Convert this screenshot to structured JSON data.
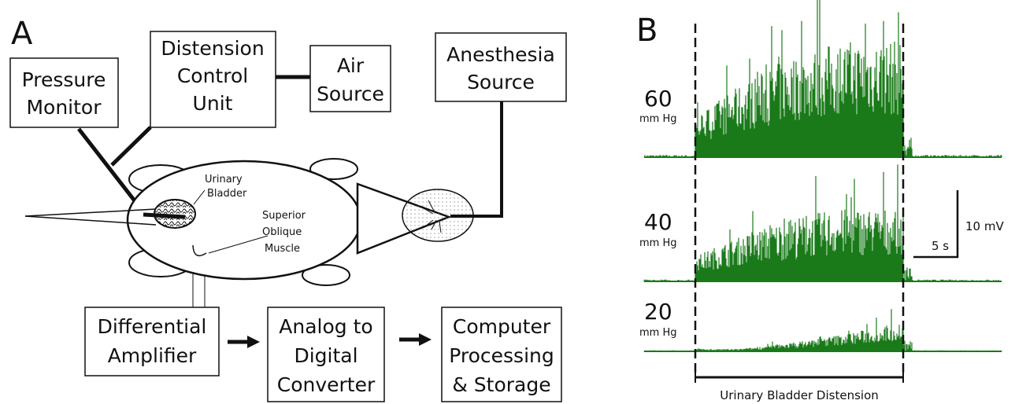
{
  "panel_a": {
    "letter": "A",
    "boxes": {
      "pressure_monitor": [
        "Pressure",
        "Monitor"
      ],
      "distension_control": [
        "Distension",
        "Control",
        "Unit"
      ],
      "air_source": [
        "Air",
        "Source"
      ],
      "anesthesia_source": [
        "Anesthesia",
        "Source"
      ],
      "differential_amplifier": [
        "Differential",
        "Amplifier"
      ],
      "adc": [
        "Analog to",
        "Digital",
        "Converter"
      ],
      "computer": [
        "Computer",
        "Processing",
        "& Storage"
      ]
    },
    "labels": {
      "urinary_bladder": [
        "Urinary",
        "Bladder"
      ],
      "superior_oblique": [
        "Superior",
        "Oblique",
        "Muscle"
      ]
    }
  },
  "panel_b": {
    "letter": "B",
    "traces": [
      {
        "pressure": "60",
        "unit": "mm Hg",
        "peak": 1.0,
        "baseline_noise": 0.05
      },
      {
        "pressure": "40",
        "unit": "mm Hg",
        "peak": 0.78,
        "baseline_noise": 0.05
      },
      {
        "pressure": "20",
        "unit": "mm Hg",
        "peak": 0.45,
        "baseline_noise": 0.04
      }
    ],
    "scale_bar": {
      "voltage": "10 mV",
      "time": "5 s"
    },
    "distension_label": "Urinary Bladder Distension",
    "trace_color": "#1a7a1a"
  }
}
